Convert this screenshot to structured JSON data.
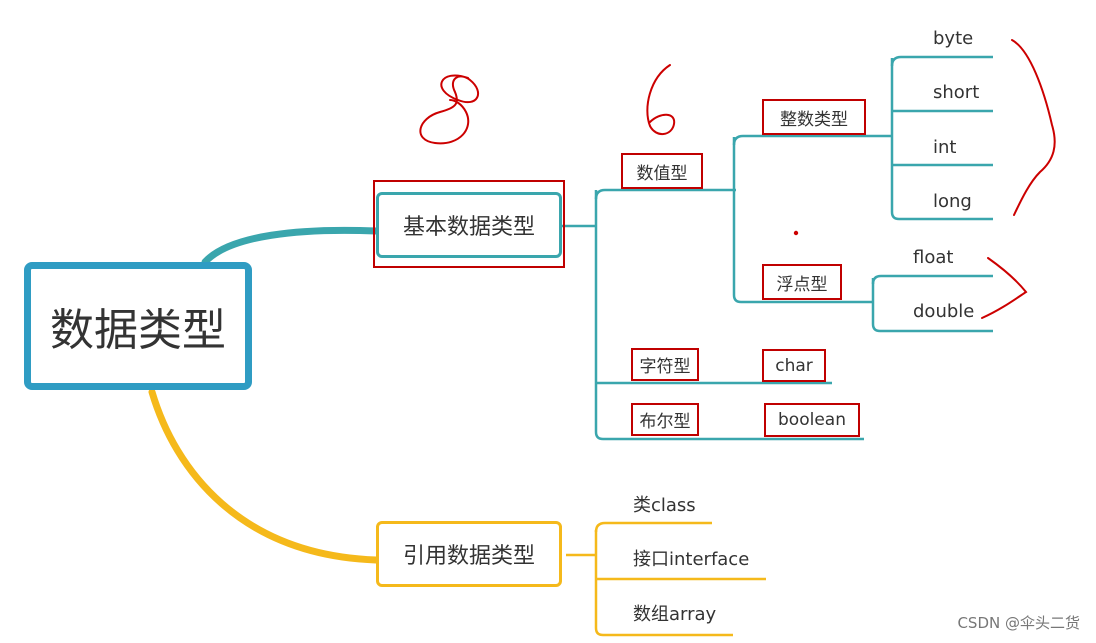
{
  "root": {
    "label": "数据类型"
  },
  "basic": {
    "label": "基本数据类型",
    "numeric": {
      "label": "数值型",
      "integer": {
        "label": "整数类型",
        "types": [
          "byte",
          "short",
          "int",
          "long"
        ]
      },
      "float": {
        "label": "浮点型",
        "types": [
          "float",
          "double"
        ]
      }
    },
    "char": {
      "label": "字符型",
      "type": "char"
    },
    "boolean": {
      "label": "布尔型",
      "type": "boolean"
    }
  },
  "reference": {
    "label": "引用数据类型",
    "items": [
      "类class",
      "接口interface",
      "数组array"
    ]
  },
  "annotations": {
    "basic_count": "8",
    "numeric_count": "6"
  },
  "watermark": "CSDN @伞头二货",
  "colors": {
    "root": "#2f9cc3",
    "basic": "#3aa6ad",
    "reference": "#f5b91b",
    "highlight": "#c00000"
  }
}
